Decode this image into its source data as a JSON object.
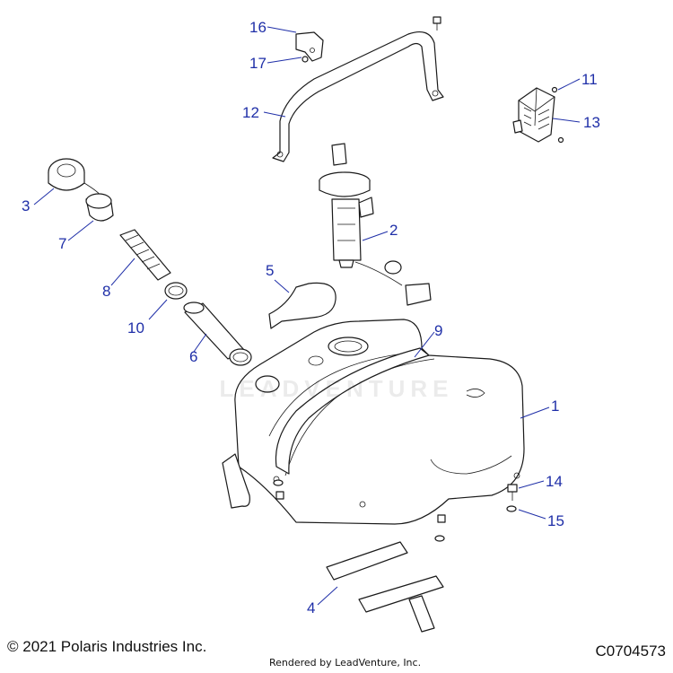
{
  "watermark": "LEADVENTURE",
  "footer": {
    "copyright": "© 2021 Polaris Industries Inc.",
    "rendered_by": "Rendered by LeadVenture, Inc.",
    "diagram_code": "C0704573"
  },
  "callouts": [
    "1",
    "2",
    "3",
    "4",
    "5",
    "6",
    "7",
    "8",
    "9",
    "10",
    "11",
    "12",
    "13",
    "14",
    "15",
    "16",
    "17"
  ],
  "colors": {
    "callout": "#1f2fa8",
    "line_art": "#1a1a1a"
  }
}
